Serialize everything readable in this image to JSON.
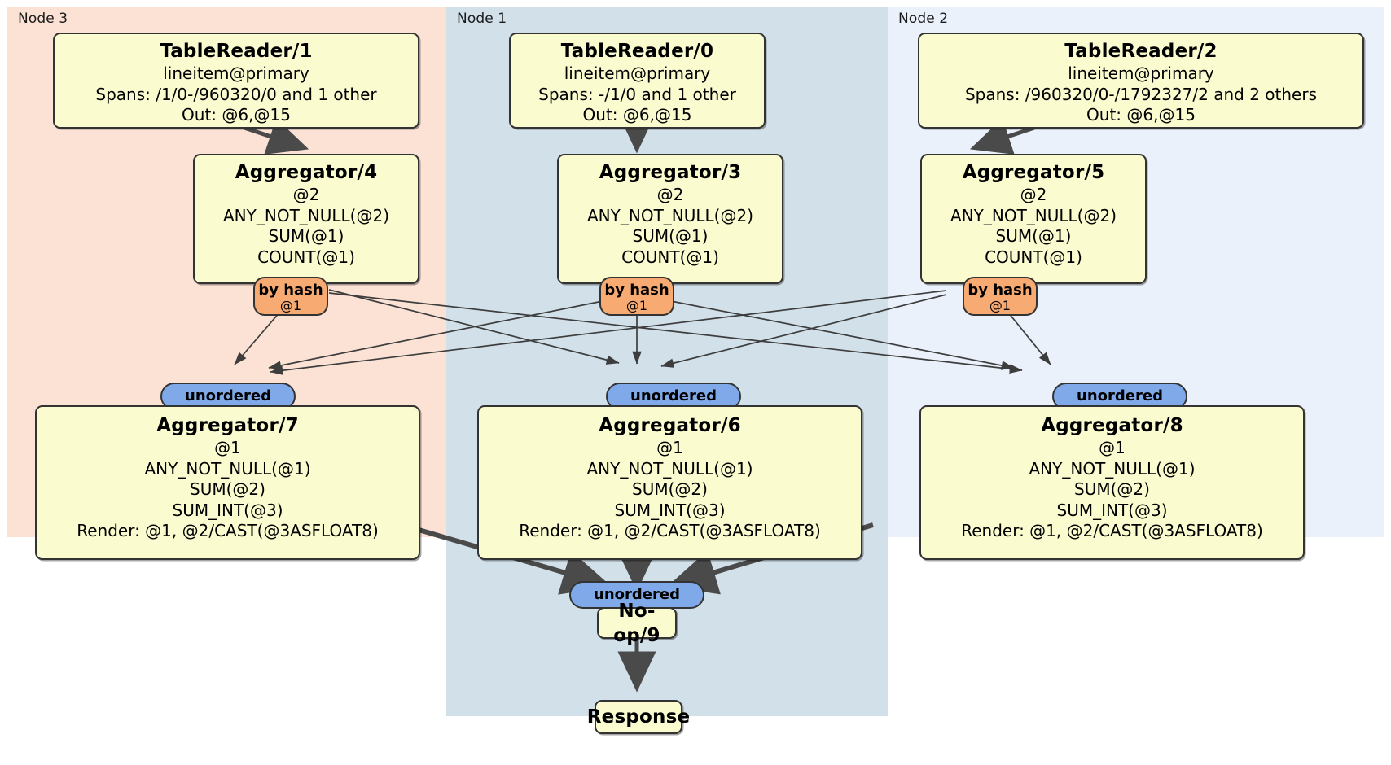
{
  "diagram": {
    "type": "distributed-query-plan",
    "panels": [
      {
        "id": "node3",
        "label": "Node 3",
        "color": "#fbe2d5"
      },
      {
        "id": "node1",
        "label": "Node 1",
        "color": "#d2e0e9"
      },
      {
        "id": "node2",
        "label": "Node 2",
        "color": "#eaf1fb"
      }
    ],
    "node_fill": "#fbfbd0",
    "router_hash_color": "#f7ab73",
    "router_unordered_color": "#7fa9e8"
  },
  "processors": {
    "tablereader1": {
      "title": "TableReader/1",
      "lines": [
        "lineitem@primary",
        "Spans: /1/0-/960320/0 and 1 other",
        "Out: @6,@15"
      ]
    },
    "tablereader0": {
      "title": "TableReader/0",
      "lines": [
        "lineitem@primary",
        "Spans: -/1/0 and 1 other",
        "Out: @6,@15"
      ]
    },
    "tablereader2": {
      "title": "TableReader/2",
      "lines": [
        "lineitem@primary",
        "Spans: /960320/0-/1792327/2 and 2 others",
        "Out: @6,@15"
      ]
    },
    "aggregator4": {
      "title": "Aggregator/4",
      "lines": [
        "@2",
        "ANY_NOT_NULL(@2)",
        "SUM(@1)",
        "COUNT(@1)"
      ]
    },
    "aggregator3": {
      "title": "Aggregator/3",
      "lines": [
        "@2",
        "ANY_NOT_NULL(@2)",
        "SUM(@1)",
        "COUNT(@1)"
      ]
    },
    "aggregator5": {
      "title": "Aggregator/5",
      "lines": [
        "@2",
        "ANY_NOT_NULL(@2)",
        "SUM(@1)",
        "COUNT(@1)"
      ]
    },
    "aggregator7": {
      "title": "Aggregator/7",
      "lines": [
        "@1",
        "ANY_NOT_NULL(@1)",
        "SUM(@2)",
        "SUM_INT(@3)",
        "Render: @1, @2/CAST(@3ASFLOAT8)"
      ]
    },
    "aggregator6": {
      "title": "Aggregator/6",
      "lines": [
        "@1",
        "ANY_NOT_NULL(@1)",
        "SUM(@2)",
        "SUM_INT(@3)",
        "Render: @1, @2/CAST(@3ASFLOAT8)"
      ]
    },
    "aggregator8": {
      "title": "Aggregator/8",
      "lines": [
        "@1",
        "ANY_NOT_NULL(@1)",
        "SUM(@2)",
        "SUM_INT(@3)",
        "Render: @1, @2/CAST(@3ASFLOAT8)"
      ]
    },
    "noop9": {
      "title": "No-op/9"
    },
    "response": {
      "title": "Response"
    }
  },
  "routers": {
    "hash_left": {
      "kind": "by hash",
      "column": "@1"
    },
    "hash_mid": {
      "kind": "by hash",
      "column": "@1"
    },
    "hash_right": {
      "kind": "by hash",
      "column": "@1"
    },
    "unordered_left": {
      "kind": "unordered"
    },
    "unordered_mid": {
      "kind": "unordered"
    },
    "unordered_right": {
      "kind": "unordered"
    },
    "unordered_final": {
      "kind": "unordered"
    }
  }
}
